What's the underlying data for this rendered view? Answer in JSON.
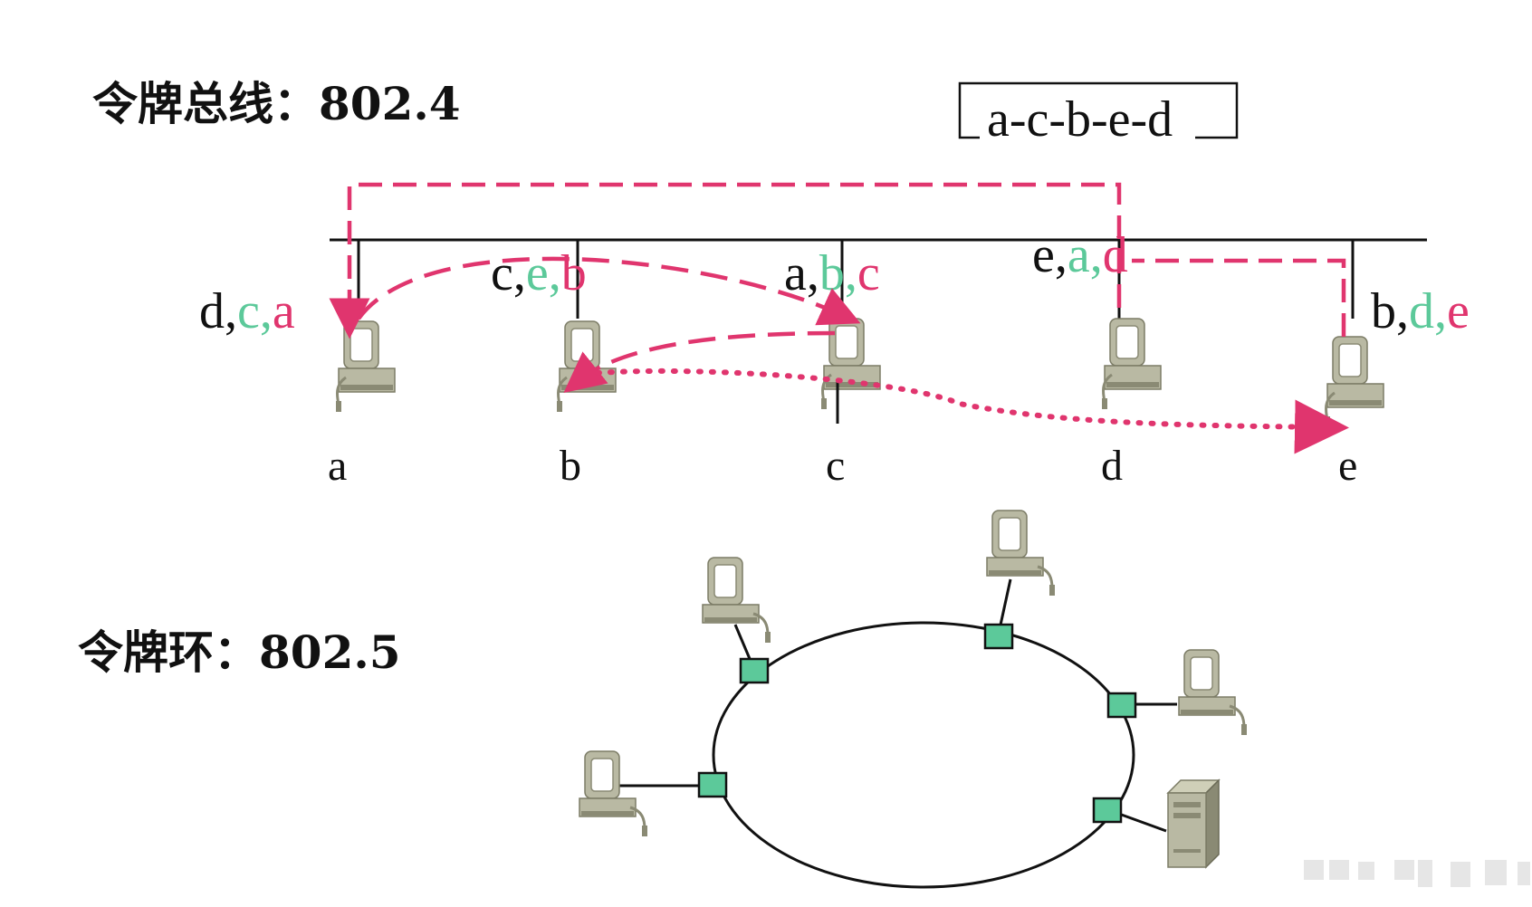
{
  "bus": {
    "title": "令牌总线：802.4",
    "sequence": "a-c-b-e-d",
    "stations": [
      {
        "id": "a",
        "label": "a",
        "succ": {
          "p1": "d,",
          "p2": "c,",
          "p3": "a"
        }
      },
      {
        "id": "b",
        "label": "b",
        "succ": {
          "p1": "c,",
          "p2": "e,",
          "p3": "b"
        }
      },
      {
        "id": "c",
        "label": "c",
        "succ": {
          "p1": "a,",
          "p2": "b,",
          "p3": "c"
        }
      },
      {
        "id": "d",
        "label": "d",
        "succ": {
          "p1": "e,",
          "p2": "a,",
          "p3": "d"
        }
      },
      {
        "id": "e",
        "label": "e",
        "succ": {
          "p1": "b,",
          "p2": "d,",
          "p3": "e"
        }
      }
    ]
  },
  "ring": {
    "title": "令牌环：802.5"
  },
  "colors": {
    "line": "#111111",
    "token_path": "#e0356e",
    "green_label": "#5cc99a",
    "pink_label": "#e0356e",
    "ring_node": "#5cc99a",
    "computer_body": "#b9b9a3",
    "computer_shadow": "#8a8a74"
  }
}
